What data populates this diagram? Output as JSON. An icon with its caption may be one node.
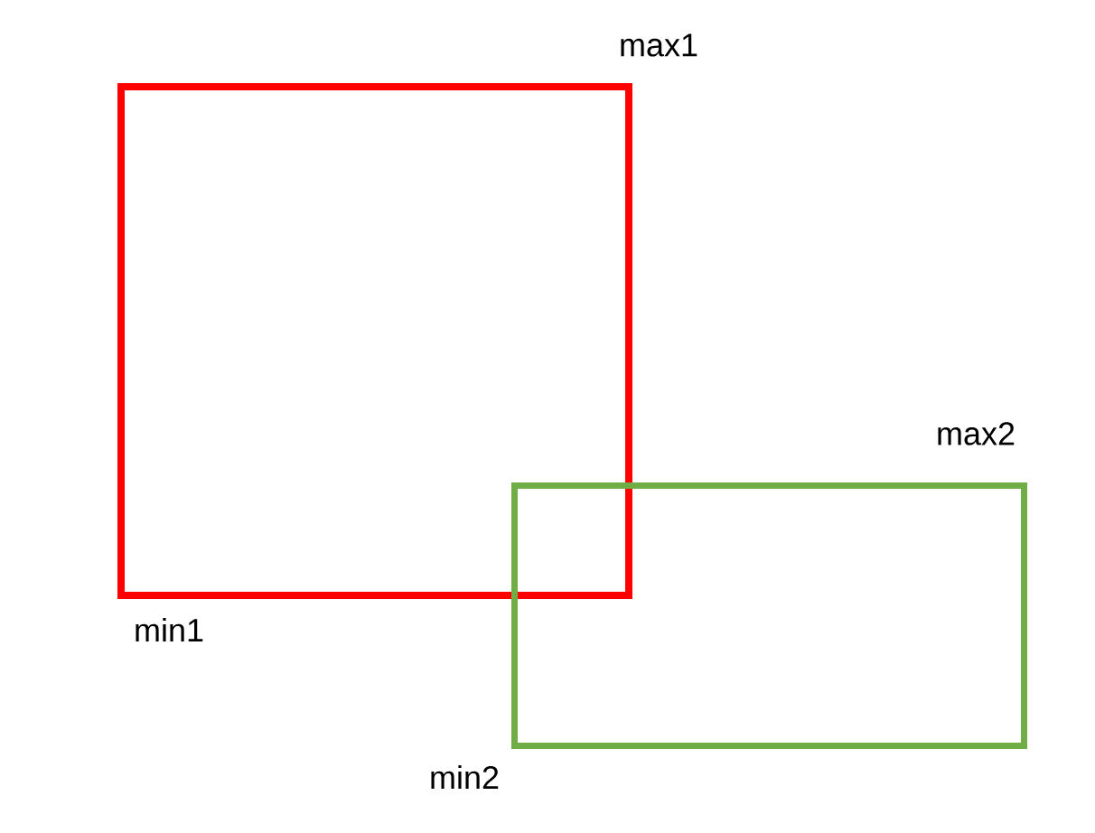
{
  "diagram": {
    "nodes": [
      {
        "text": [],
        "shape": "box",
        "beside": [
          "max1",
          "min1"
        ]
      },
      {
        "text": [],
        "shape": "box",
        "beside": [
          "max2",
          "min2"
        ]
      }
    ]
  }
}
